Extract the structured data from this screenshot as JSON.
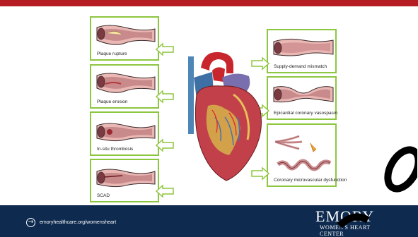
{
  "panels_left": [
    {
      "caption": "Plaque rupture"
    },
    {
      "caption": "Plaque erosion"
    },
    {
      "caption": "In-situ thrombosis"
    },
    {
      "caption": "SCAD"
    }
  ],
  "panels_right": [
    {
      "caption": "Supply-demand mismatch"
    },
    {
      "caption": "Epicardial coronary vasospasm"
    },
    {
      "caption": "Coronary microvascular dysfunction"
    }
  ],
  "footer": {
    "link_text": "emoryhealthcare.org/womensheart",
    "logo_main": "EMORY",
    "logo_sub1": "WOMEN'S HEART",
    "logo_sub2": "CENTER"
  },
  "colors": {
    "accent_red": "#b51d23",
    "panel_border": "#8dc63f",
    "footer_bg": "#0e2a4f"
  },
  "icons": {
    "link": "circle-arrow-right-icon",
    "heart": "heart-illustration",
    "arrow": "hollow-arrow-icon"
  }
}
